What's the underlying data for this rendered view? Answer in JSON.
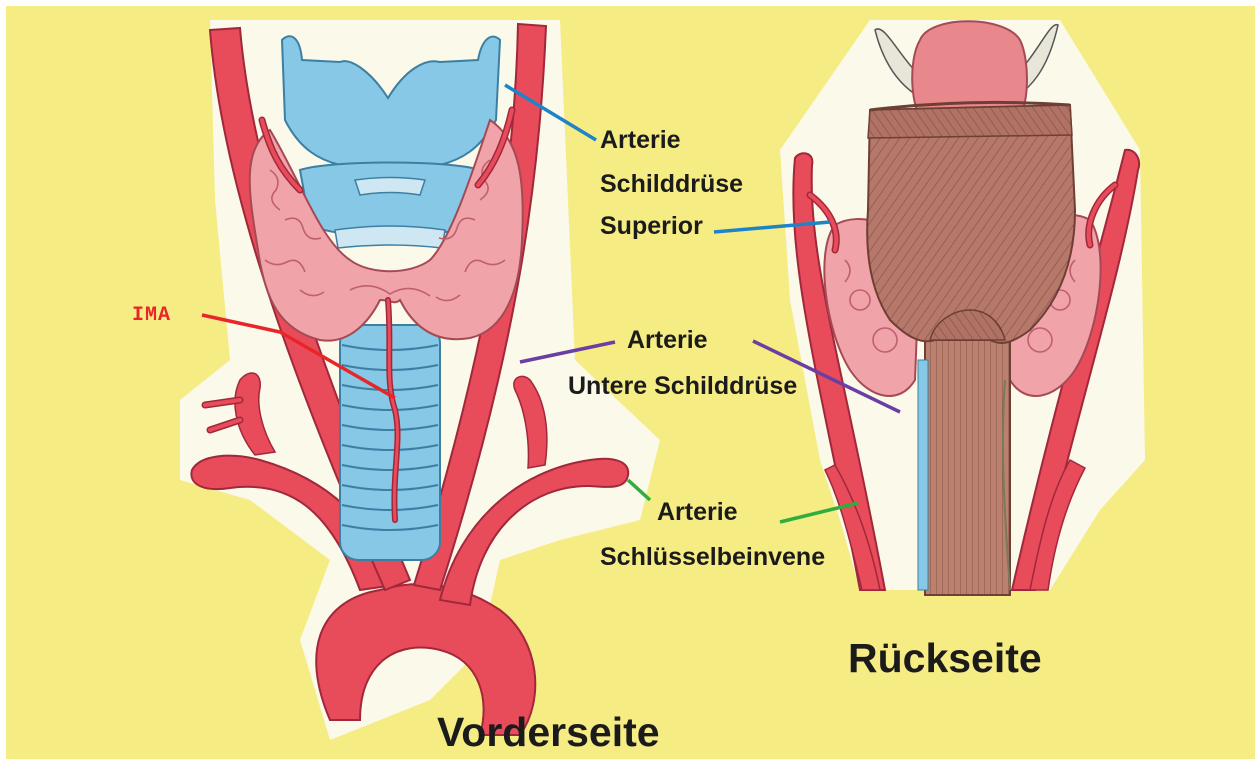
{
  "labels": {
    "ima": "IMA",
    "superior_1": "Arterie",
    "superior_2": "Schilddrüse",
    "superior_3": "Superior",
    "inferior_1": "Arterie",
    "inferior_2": "Untere Schilddrüse",
    "subclavian_1": "Arterie",
    "subclavian_2": "Schlüsselbeinvene",
    "front_view": "Vorderseite",
    "back_view": "Rückseite"
  },
  "colors": {
    "background": "#f6ec84",
    "artery": "#e84b5a",
    "cartilage": "#86c8e6",
    "thyroid": "#f0a3a8",
    "muscle": "#b6786a",
    "mucosa": "#e8878c",
    "ima_label": "#e8262a",
    "leader_superior": "#1f83c9",
    "leader_inferior": "#6b3ea3",
    "leader_subclavian": "#2fae3c"
  }
}
